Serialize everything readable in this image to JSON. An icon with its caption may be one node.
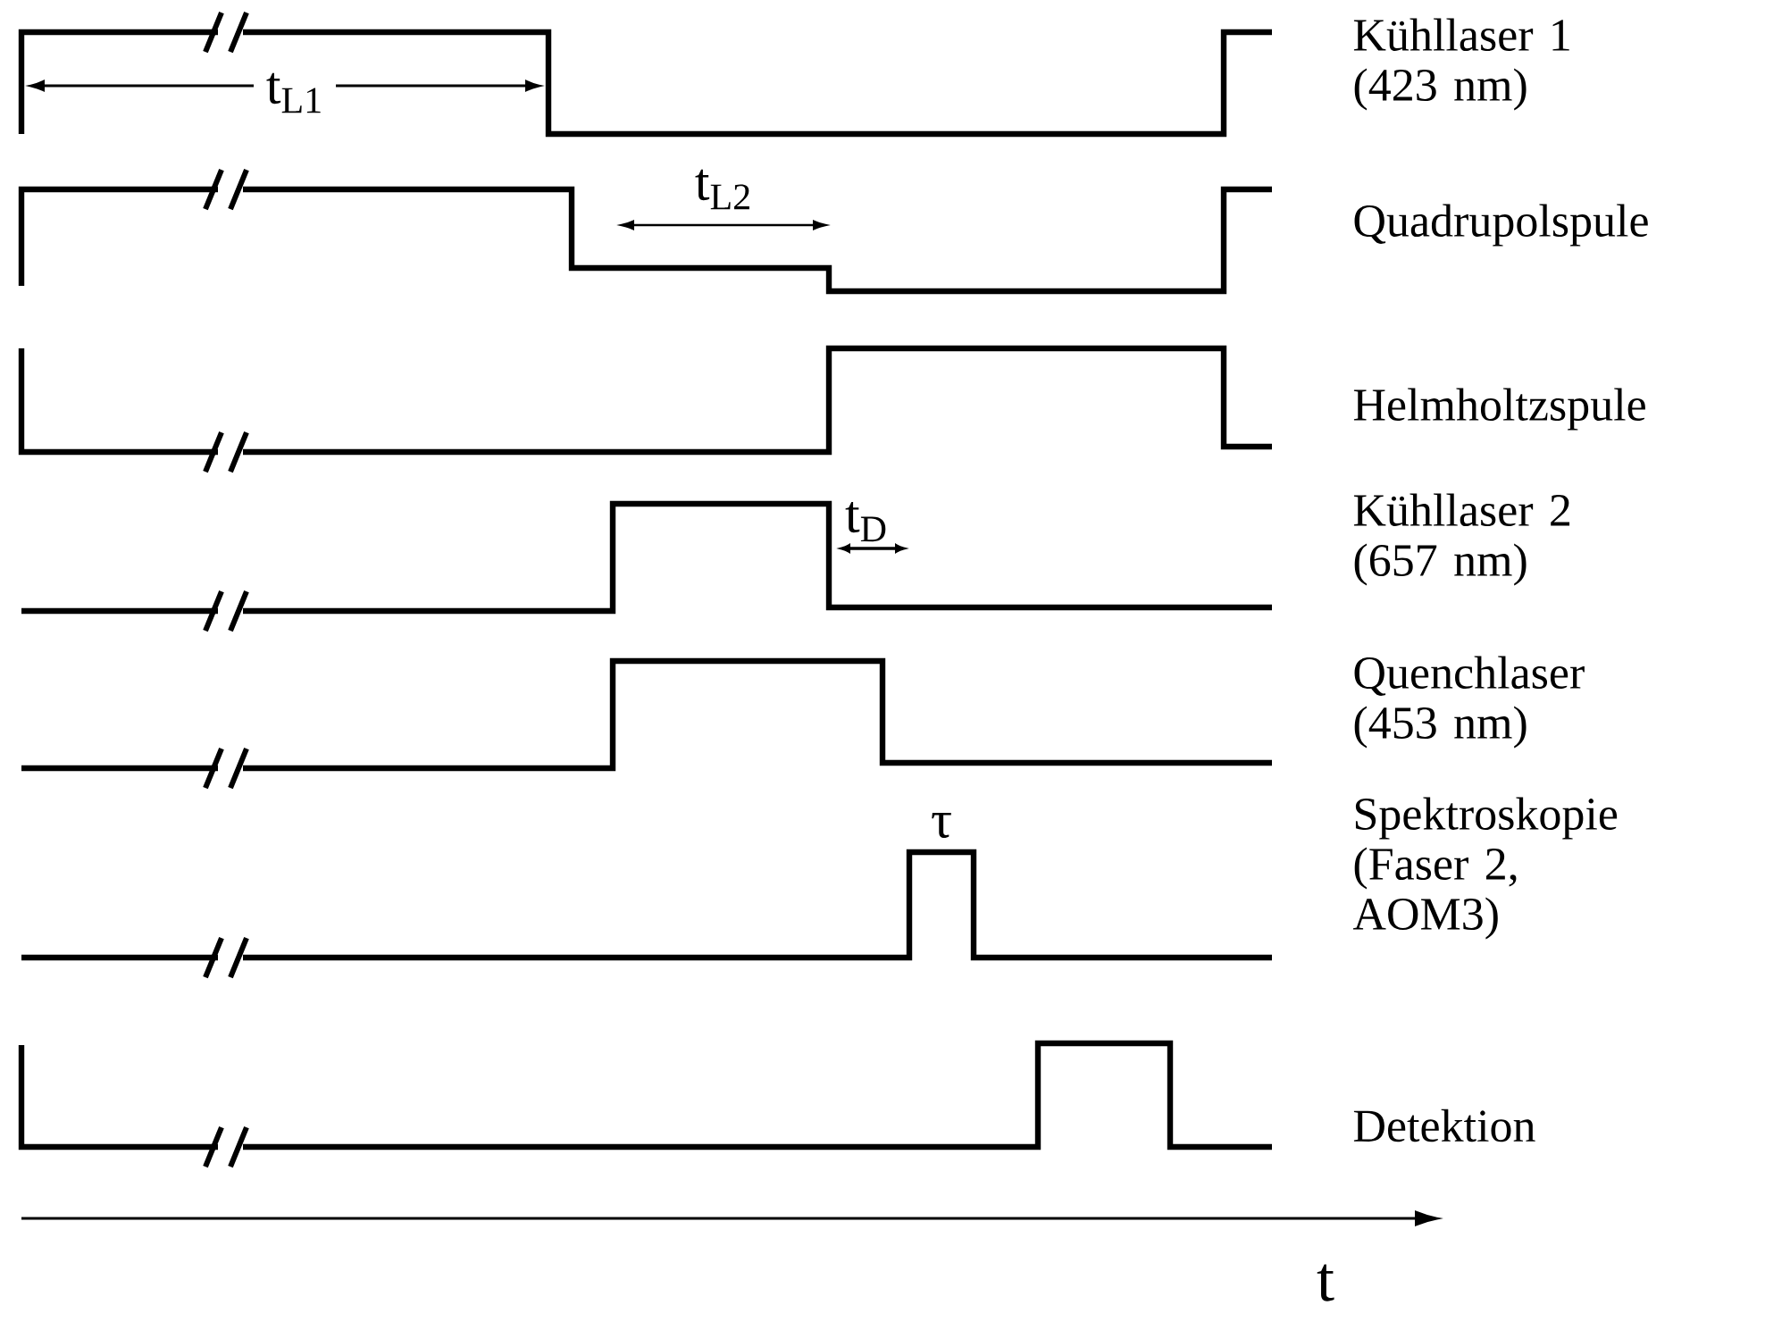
{
  "diagram": {
    "labels": [
      "t$_{L1}$",
      "Kühllaser 1 (423 nm)",
      "t$_{L2}$",
      "Quadrupolspule",
      "Helmholtzspule",
      "t$_{D}$",
      "Kühllaser 2 (657 nm)",
      "Quenchlaser (453 nm)",
      "τ",
      "Spektroskopie (Faser 2, AOM3)",
      "Detektion",
      "t"
    ]
  }
}
